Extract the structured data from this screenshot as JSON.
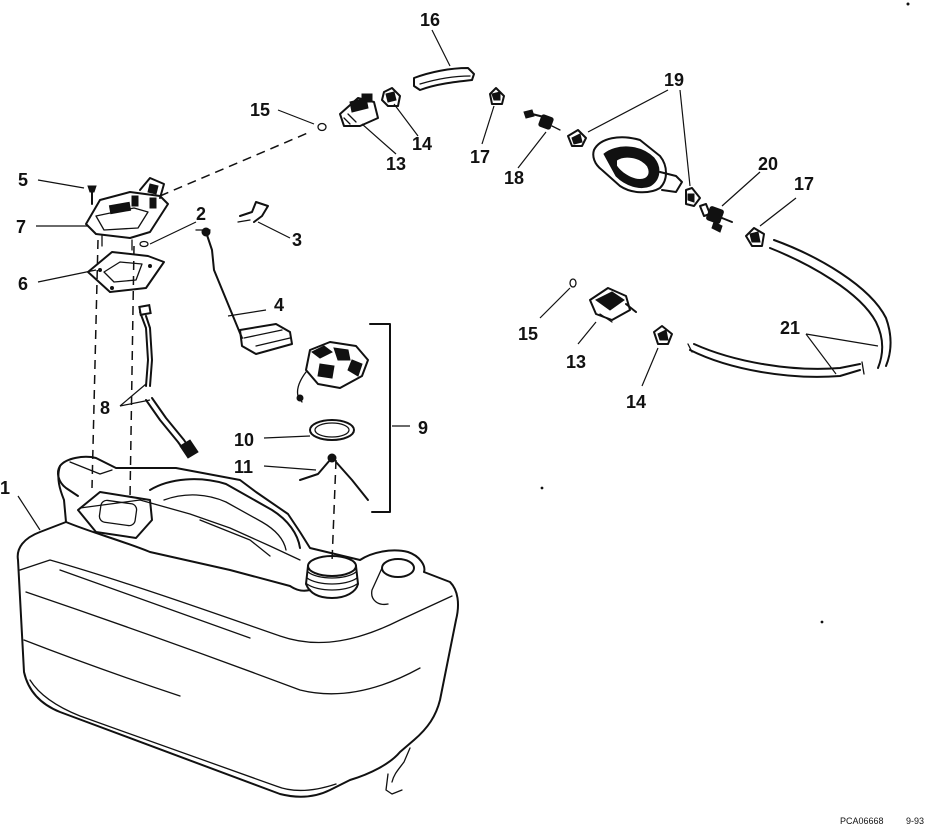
{
  "callouts": [
    {
      "id": "c1",
      "text": "1"
    },
    {
      "id": "c2",
      "text": "2"
    },
    {
      "id": "c3",
      "text": "3"
    },
    {
      "id": "c4",
      "text": "4"
    },
    {
      "id": "c5",
      "text": "5"
    },
    {
      "id": "c6",
      "text": "6"
    },
    {
      "id": "c7",
      "text": "7"
    },
    {
      "id": "c8",
      "text": "8"
    },
    {
      "id": "c9",
      "text": "9"
    },
    {
      "id": "c10",
      "text": "10"
    },
    {
      "id": "c11",
      "text": "11"
    },
    {
      "id": "c13a",
      "text": "13"
    },
    {
      "id": "c13b",
      "text": "13"
    },
    {
      "id": "c14a",
      "text": "14"
    },
    {
      "id": "c14b",
      "text": "14"
    },
    {
      "id": "c15a",
      "text": "15"
    },
    {
      "id": "c15b",
      "text": "15"
    },
    {
      "id": "c16",
      "text": "16"
    },
    {
      "id": "c17a",
      "text": "17"
    },
    {
      "id": "c17b",
      "text": "17"
    },
    {
      "id": "c18",
      "text": "18"
    },
    {
      "id": "c19",
      "text": "19"
    },
    {
      "id": "c20",
      "text": "20"
    },
    {
      "id": "c21",
      "text": "21"
    }
  ],
  "footer": {
    "code": "PCA06668",
    "date": "9-93"
  },
  "colors": {
    "ink": "#111111",
    "paper": "#ffffff"
  }
}
